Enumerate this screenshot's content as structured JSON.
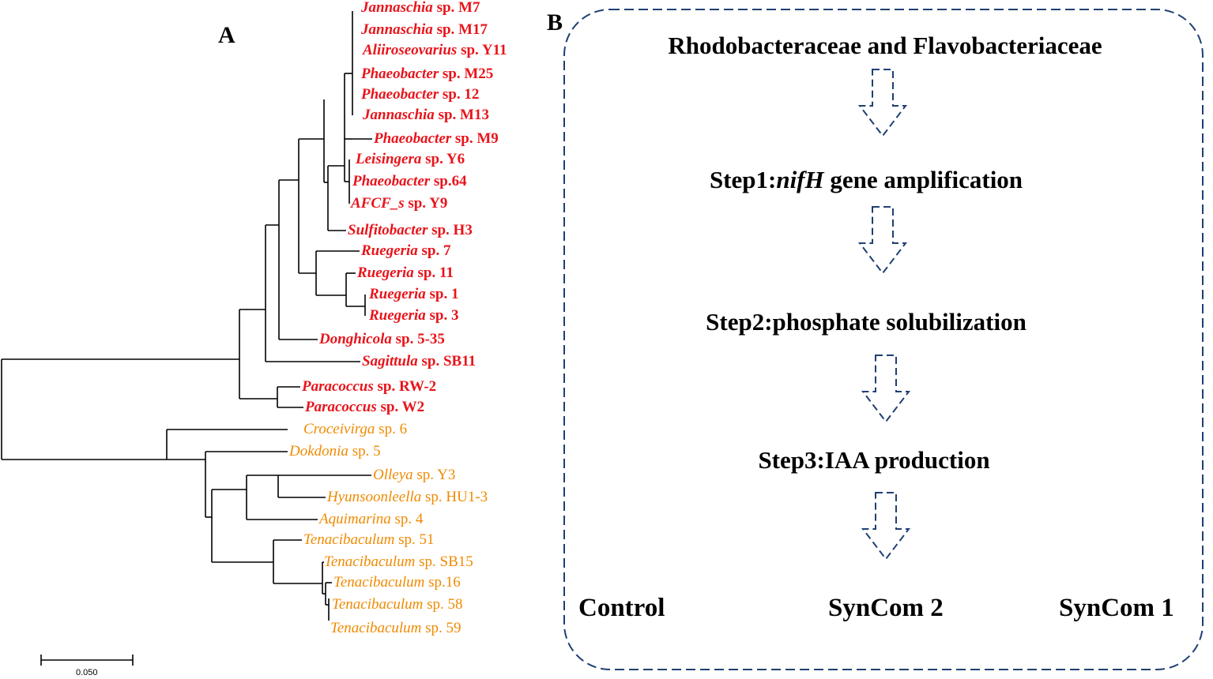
{
  "panel_a": {
    "label": "A",
    "scale_bar": "0.050",
    "leaves": [
      {
        "genus": "Jannaschia",
        "rest": " sp. M7",
        "group": "Rhodobacteraceae"
      },
      {
        "genus": "Jannaschia",
        "rest": " sp. M17",
        "group": "Rhodobacteraceae"
      },
      {
        "genus": "Aliiroseovarius",
        "rest": " sp. Y11",
        "group": "Rhodobacteraceae"
      },
      {
        "genus": "Phaeobacter",
        "rest": " sp. M25",
        "group": "Rhodobacteraceae"
      },
      {
        "genus": "Phaeobacter",
        "rest": " sp. 12",
        "group": "Rhodobacteraceae"
      },
      {
        "genus": "Jannaschia",
        "rest": " sp. M13",
        "group": "Rhodobacteraceae"
      },
      {
        "genus": "Phaeobacter",
        "rest": " sp. M9",
        "group": "Rhodobacteraceae"
      },
      {
        "genus": "Leisingera",
        "rest": " sp. Y6",
        "group": "Rhodobacteraceae"
      },
      {
        "genus": "Phaeobacter",
        "rest": " sp.64",
        "group": "Rhodobacteraceae"
      },
      {
        "genus": "AFCF_s",
        "rest": " sp. Y9",
        "group": "Rhodobacteraceae"
      },
      {
        "genus": "Sulfitobacter",
        "rest": " sp. H3",
        "group": "Rhodobacteraceae"
      },
      {
        "genus": "Ruegeria",
        "rest": " sp. 7",
        "group": "Rhodobacteraceae"
      },
      {
        "genus": "Ruegeria",
        "rest": " sp. 11",
        "group": "Rhodobacteraceae"
      },
      {
        "genus": "Ruegeria",
        "rest": " sp. 1",
        "group": "Rhodobacteraceae"
      },
      {
        "genus": "Ruegeria",
        "rest": " sp. 3",
        "group": "Rhodobacteraceae"
      },
      {
        "genus": "Donghicola",
        "rest": " sp. 5-35",
        "group": "Rhodobacteraceae"
      },
      {
        "genus": "Sagittula",
        "rest": " sp. SB11",
        "group": "Rhodobacteraceae"
      },
      {
        "genus": "Paracoccus",
        "rest": " sp. RW-2",
        "group": "Rhodobacteraceae"
      },
      {
        "genus": "Paracoccus",
        "rest": " sp. W2",
        "group": "Rhodobacteraceae"
      },
      {
        "genus": "Croceivirga",
        "rest": " sp. 6",
        "group": "Flavobacteriaceae"
      },
      {
        "genus": "Dokdonia",
        "rest": " sp. 5",
        "group": "Flavobacteriaceae"
      },
      {
        "genus": "Olleya",
        "rest": " sp. Y3",
        "group": "Flavobacteriaceae"
      },
      {
        "genus": "Hyunsoonleella",
        "rest": " sp. HU1-3",
        "group": "Flavobacteriaceae"
      },
      {
        "genus": "Aquimarina",
        "rest": " sp. 4",
        "group": "Flavobacteriaceae"
      },
      {
        "genus": "Tenacibaculum",
        "rest": " sp. 51",
        "group": "Flavobacteriaceae"
      },
      {
        "genus": "Tenacibaculum",
        "rest": " sp. SB15",
        "group": "Flavobacteriaceae"
      },
      {
        "genus": "Tenacibaculum",
        "rest": " sp.16",
        "group": "Flavobacteriaceae"
      },
      {
        "genus": "Tenacibaculum",
        "rest": " sp. 58",
        "group": "Flavobacteriaceae"
      },
      {
        "genus": "Tenacibaculum",
        "rest": " sp. 59",
        "group": "Flavobacteriaceae"
      }
    ]
  },
  "panel_b": {
    "label": "B",
    "header": "Rhodobacteraceae and Flavobacteriaceae",
    "steps": [
      {
        "prefix": "Step1:",
        "italic": "nifH",
        "suffix": " gene amplification"
      },
      {
        "prefix": "Step2:phosphate solubilization",
        "italic": "",
        "suffix": ""
      },
      {
        "prefix": "Step3:IAA production",
        "italic": "",
        "suffix": ""
      }
    ],
    "outcomes": [
      "Control",
      "SynCom 2",
      "SynCom 1"
    ]
  },
  "colors": {
    "rhodobacteraceae": "#e8141b",
    "flavobacteriaceae": "#f08a00",
    "frame": "#1f3f73"
  }
}
